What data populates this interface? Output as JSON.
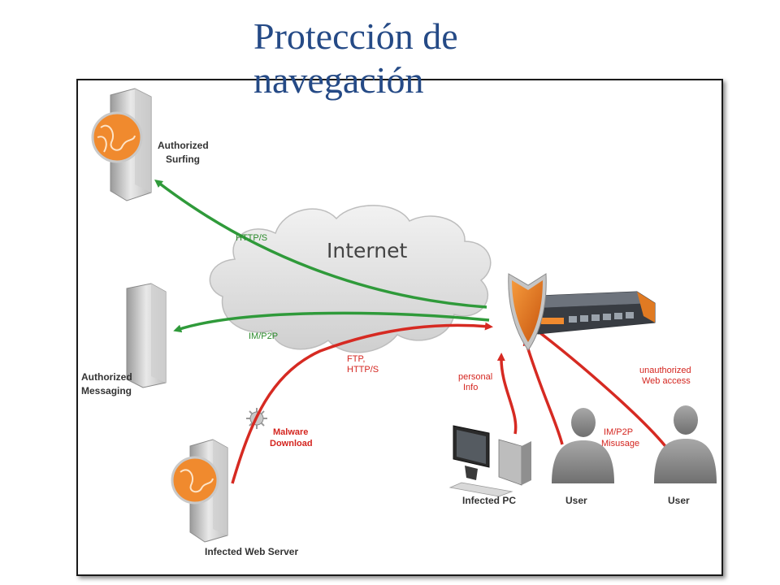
{
  "title": "Protección de navegación",
  "diagram": {
    "cloud_label": "Internet",
    "nodes": {
      "authorized_surfing": [
        "Authorized",
        "Surfing"
      ],
      "authorized_messaging": [
        "Authorized",
        "Messaging"
      ],
      "infected_web_server": "Infected Web Server",
      "infected_pc": "Infected PC",
      "user_1": "User",
      "user_2": "User"
    },
    "flows": {
      "http_s": "HTTP/S",
      "im_p2p": "IM/P2P",
      "ftp_https": [
        "FTP,",
        "HTTP/S"
      ],
      "malware_download": [
        "Malware",
        "Download"
      ],
      "personal_info": [
        "personal",
        "Info"
      ],
      "im_p2p_misusage": [
        "IM/P2P",
        "Misusage"
      ],
      "unauthorized_web_access": [
        "unauthorized",
        "Web access"
      ]
    },
    "colors": {
      "allowed_flow": "#2f9a3a",
      "blocked_flow": "#d62a22",
      "shield": "#e8731a",
      "title": "#254a86"
    },
    "icons": [
      "server-globe-icon",
      "server-icon",
      "cloud-icon",
      "shield-icon",
      "firewall-appliance-icon",
      "virus-icon",
      "desktop-pc-icon",
      "user-icon"
    ]
  }
}
